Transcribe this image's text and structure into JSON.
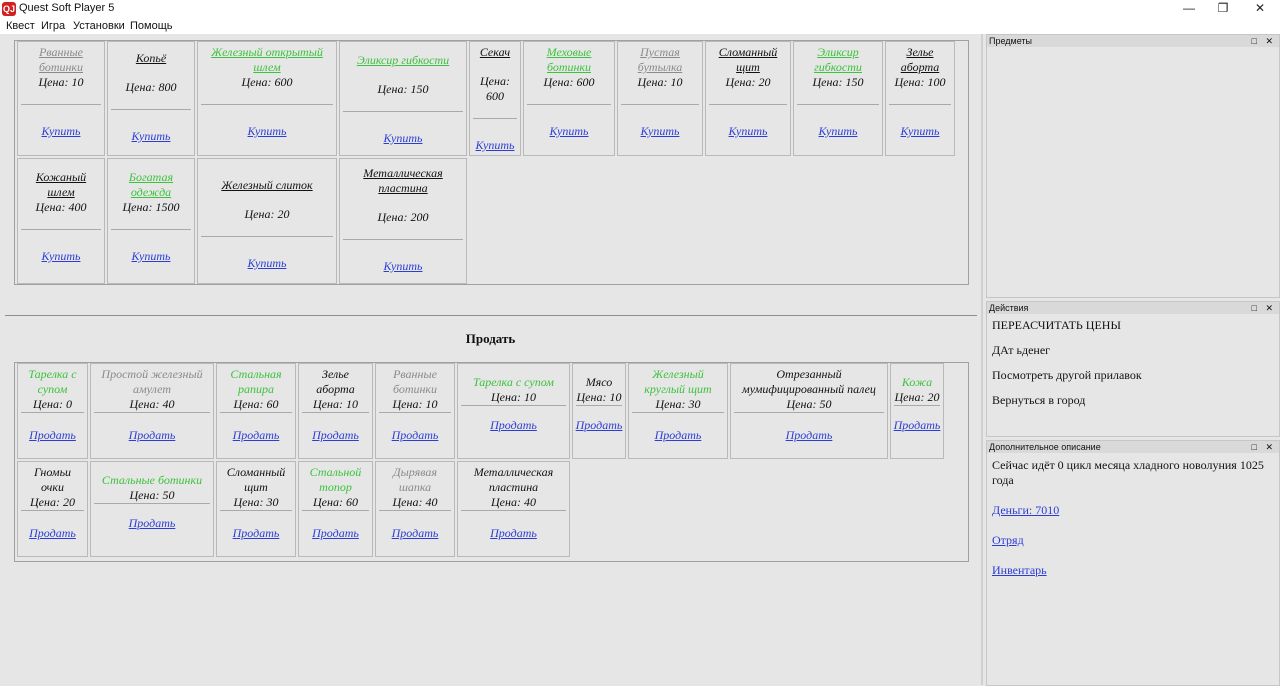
{
  "window": {
    "icon_label": "QJ",
    "title": "Quest Soft Player 5",
    "minimize": "—",
    "maximize": "❐",
    "close": "✕"
  },
  "menu": [
    "Квест",
    "Игра",
    "Установки",
    "Помощь"
  ],
  "buy": {
    "row1": [
      {
        "name": "Рванные ботинки",
        "price": "Цена: 10",
        "action": "Купить",
        "color": "gray"
      },
      {
        "name": "Копьё",
        "price": "Цена: 800",
        "action": "Купить",
        "color": "dark"
      },
      {
        "name": "Железный открытый шлем",
        "price": "Цена: 600",
        "action": "Купить",
        "color": "green"
      },
      {
        "name": "Эликсир гибкости",
        "price": "Цена: 150",
        "action": "Купить",
        "color": "green"
      },
      {
        "name": "Секач",
        "price": "Цена: 600",
        "action": "Купить",
        "color": "dark"
      },
      {
        "name": "Меховые ботинки",
        "price": "Цена: 600",
        "action": "Купить",
        "color": "green"
      },
      {
        "name": "Пустая бутылка",
        "price": "Цена: 10",
        "action": "Купить",
        "color": "gray"
      },
      {
        "name": "Сломанный щит",
        "price": "Цена: 20",
        "action": "Купить",
        "color": "dark"
      },
      {
        "name": "Эликсир гибкости",
        "price": "Цена: 150",
        "action": "Купить",
        "color": "green"
      },
      {
        "name": "Зелье аборта",
        "price": "Цена: 100",
        "action": "Купить",
        "color": "dark"
      }
    ],
    "row2": [
      {
        "name": "Кожаный шлем",
        "price": "Цена: 400",
        "action": "Купить",
        "color": "dark"
      },
      {
        "name": "Богатая одежда",
        "price": "Цена: 1500",
        "action": "Купить",
        "color": "green"
      },
      {
        "name": "Железный слиток",
        "price": "Цена: 20",
        "action": "Купить",
        "color": "dark"
      },
      {
        "name": "Металлическая пластина",
        "price": "Цена: 200",
        "action": "Купить",
        "color": "dark"
      }
    ]
  },
  "sell_heading": "Продать",
  "sell": {
    "row1": [
      {
        "name": "Тарелка с супом",
        "price": "Цена: 0",
        "action": "Продать",
        "color": "green"
      },
      {
        "name": "Простой железный амулет",
        "price": "Цена: 40",
        "action": "Продать",
        "color": "gray"
      },
      {
        "name": "Стальная рапира",
        "price": "Цена: 60",
        "action": "Продать",
        "color": "green"
      },
      {
        "name": "Зелье аборта",
        "price": "Цена: 10",
        "action": "Продать",
        "color": "dark"
      },
      {
        "name": "Рванные ботинки",
        "price": "Цена: 10",
        "action": "Продать",
        "color": "gray"
      },
      {
        "name": "Тарелка с супом",
        "price": "Цена: 10",
        "action": "Продать",
        "color": "green"
      },
      {
        "name": "Мясо",
        "price": "Цена: 10",
        "action": "Продать",
        "color": "dark"
      },
      {
        "name": "Железный круглый щит",
        "price": "Цена: 30",
        "action": "Продать",
        "color": "green"
      },
      {
        "name": "Отрезанный мумифицированный палец",
        "price": "Цена: 50",
        "action": "Продать",
        "color": "dark"
      },
      {
        "name": "Кожа",
        "price": "Цена: 20",
        "action": "Продать",
        "color": "green"
      }
    ],
    "row2": [
      {
        "name": "Гномьи очки",
        "price": "Цена: 20",
        "action": "Продать",
        "color": "dark"
      },
      {
        "name": "Стальные ботинки",
        "price": "Цена: 50",
        "action": "Продать",
        "color": "green"
      },
      {
        "name": "Сломанный щит",
        "price": "Цена: 30",
        "action": "Продать",
        "color": "dark"
      },
      {
        "name": "Стальной топор",
        "price": "Цена: 60",
        "action": "Продать",
        "color": "green"
      },
      {
        "name": "Дырявая шапка",
        "price": "Цена: 40",
        "action": "Продать",
        "color": "gray"
      },
      {
        "name": "Металлическая пластина",
        "price": "Цена: 40",
        "action": "Продать",
        "color": "dark"
      }
    ]
  },
  "panels": {
    "items_title": "Предметы",
    "actions_title": "Действия",
    "info_title": "Дополнительное описание",
    "panel_buttons": "□ ✕",
    "actions": [
      "ПЕРЕАСЧИТАТЬ ЦЕНЫ",
      "ДАт ьденег",
      "Посмотреть другой прилавок",
      "Вернуться в город"
    ],
    "info_text": "Сейчас идёт 0 цикл месяца хладного новолуния 1025 года",
    "links": [
      "Деньги: 7010",
      "Отряд",
      "Инвентарь"
    ]
  },
  "colors": {
    "link": "#2b3dd6",
    "green": "#3cc23c",
    "gray": "#8a8a8a",
    "background": "#e6e6e6"
  }
}
